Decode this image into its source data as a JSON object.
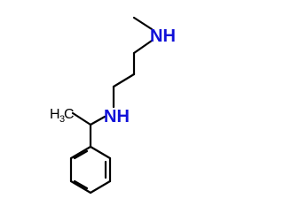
{
  "molecule": {
    "atom_labels": {
      "amine_top": "NH",
      "amine_middle": "NH",
      "methyl_h": "H",
      "methyl_sub": "3",
      "methyl_c": "C"
    },
    "colors": {
      "bond": "#000000",
      "nitrogen": "#1010d8",
      "carbon_label": "#000000"
    }
  }
}
